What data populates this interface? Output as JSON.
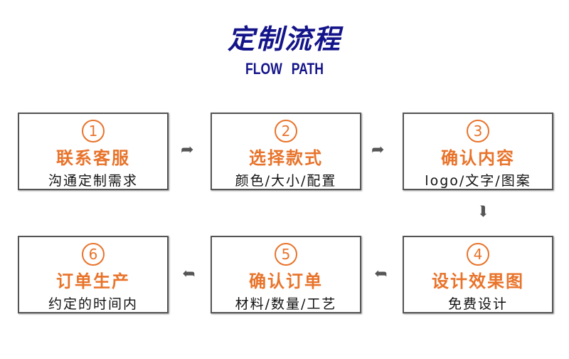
{
  "title": "定制流程",
  "subtitle": "FLOW PATH",
  "steps": [
    {
      "num": "1",
      "title": "联系客服",
      "desc": "沟通定制需求"
    },
    {
      "num": "2",
      "title": "选择款式",
      "desc": "颜色/大小/配置"
    },
    {
      "num": "3",
      "title": "确认内容",
      "desc": "logo/文字/图案"
    },
    {
      "num": "4",
      "title": "设计效果图",
      "desc": "免费设计"
    },
    {
      "num": "5",
      "title": "确认订单",
      "desc": "材料/数量/工艺"
    },
    {
      "num": "6",
      "title": "订单生产",
      "desc": "约定的时间内"
    }
  ],
  "colors": {
    "accent": "#e8732a",
    "title": "#14148a"
  }
}
